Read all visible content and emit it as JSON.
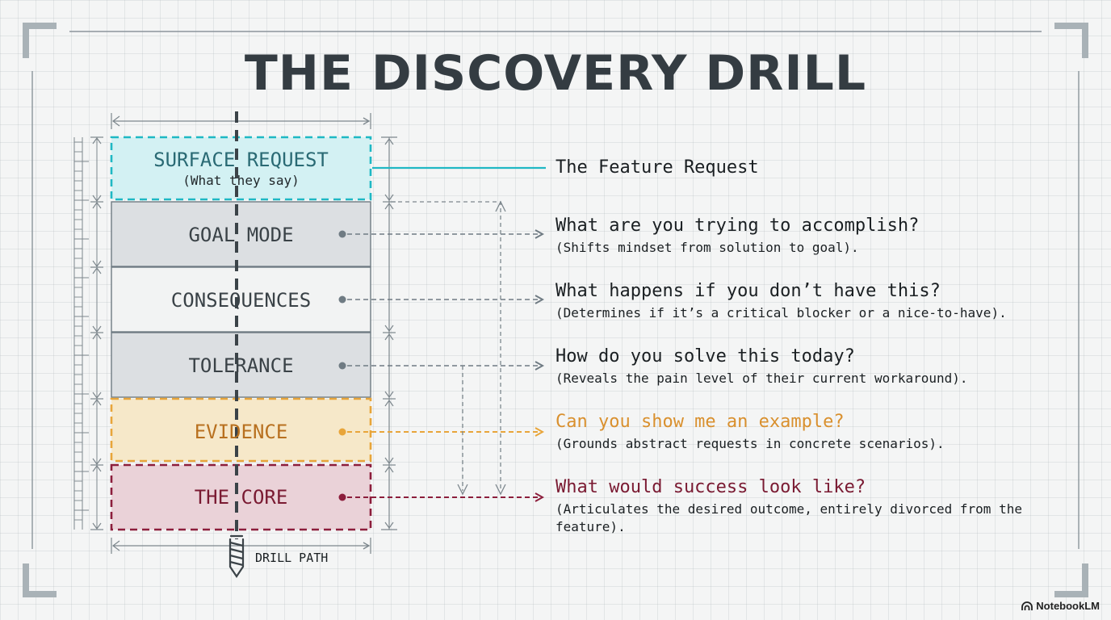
{
  "title": "THE DISCOVERY DRILL",
  "layers": [
    {
      "label": "SURFACE REQUEST",
      "sub": "(What they say)",
      "style": "dashed",
      "color": "#1fb8c4",
      "fill": "#d3f1f3",
      "text_color": "#2a6a74"
    },
    {
      "label": "GOAL MODE",
      "style": "solid",
      "color": "#6f7b83",
      "fill": "#dcdfe2",
      "text_color": "#3a4247"
    },
    {
      "label": "CONSEQUENCES",
      "style": "solid",
      "color": "#6f7b83",
      "fill": "#f2f3f3",
      "text_color": "#3a4247"
    },
    {
      "label": "TOLERANCE",
      "style": "solid",
      "color": "#6f7b83",
      "fill": "#dcdfe2",
      "text_color": "#3a4247"
    },
    {
      "label": "EVIDENCE",
      "style": "dashed",
      "color": "#e8a53a",
      "fill": "#f6e8c9",
      "text_color": "#b8701f"
    },
    {
      "label": "THE CORE",
      "style": "dashed",
      "color": "#8c1e3c",
      "fill": "#ead2d8",
      "text_color": "#7a1a32"
    }
  ],
  "questions": [
    {
      "question": "The Feature Request",
      "note": "",
      "color": "#1a1f22"
    },
    {
      "question": "What are you trying to accomplish?",
      "note": "(Shifts mindset from solution to goal).",
      "color": "#1a1f22"
    },
    {
      "question": "What happens if you don’t have this?",
      "note": "(Determines if it’s a critical blocker or a nice-to-have).",
      "color": "#1a1f22"
    },
    {
      "question": "How do you solve this today?",
      "note": "(Reveals the pain level of their current workaround).",
      "color": "#1a1f22"
    },
    {
      "question": "Can you show me an example?",
      "note": "(Grounds abstract requests in concrete scenarios).",
      "color": "#d9902e"
    },
    {
      "question": "What would success look like?",
      "note": "(Articulates the desired outcome, entirely divorced from the feature).",
      "color": "#7a1a32"
    }
  ],
  "drill_label": "DRILL PATH",
  "brand": "NotebookLM",
  "icons": [
    "drill-bit-icon",
    "notebooklm-logo-icon"
  ]
}
